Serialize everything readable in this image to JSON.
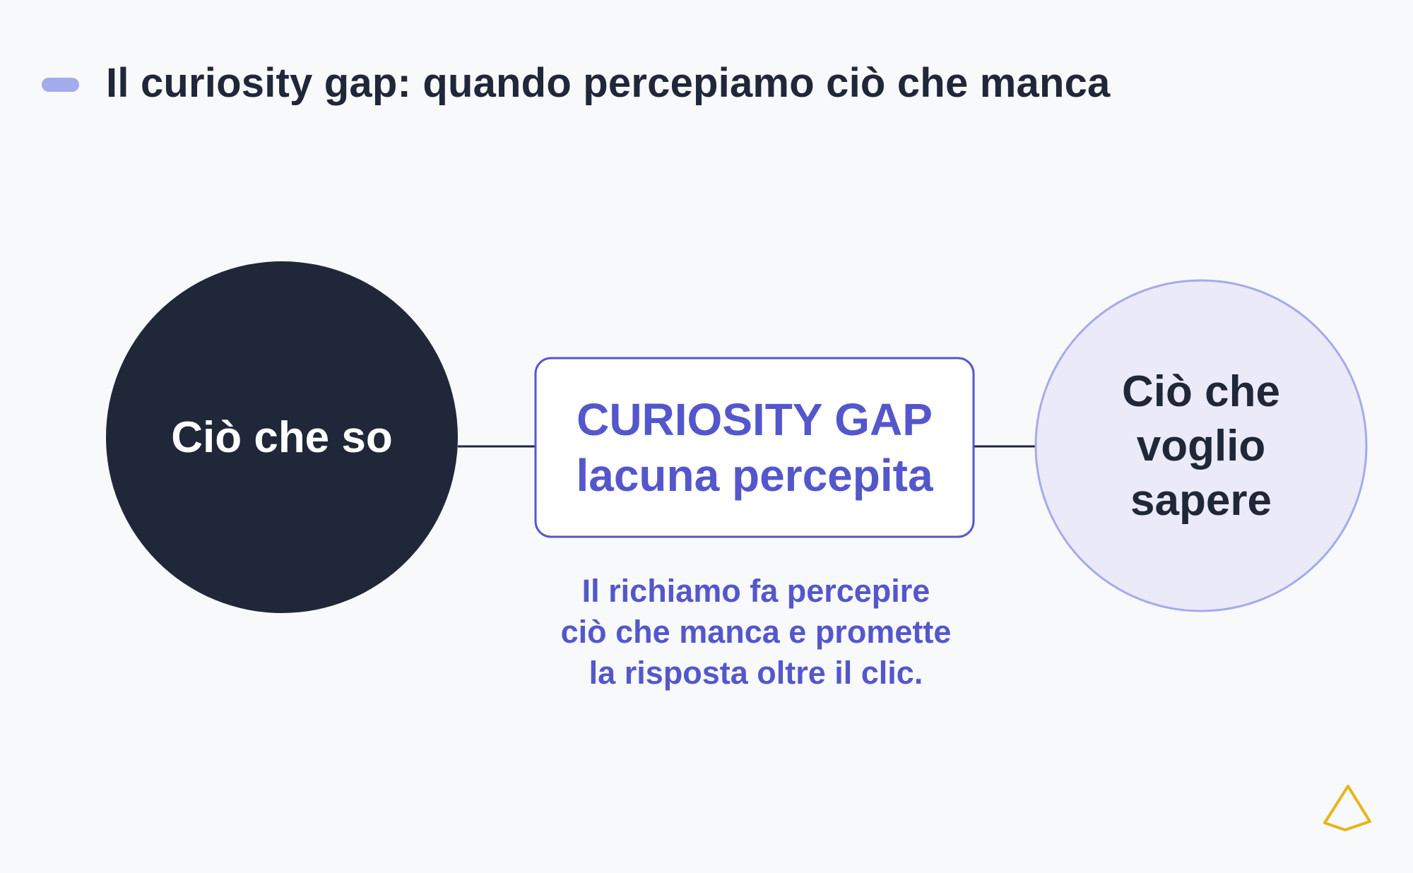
{
  "title": "Il curiosity gap: quando percepiamo ciò che manca",
  "nodes": {
    "known": "Ciò che so",
    "gap_line1": "CURIOSITY GAP",
    "gap_line2": "lacuna percepita",
    "wanted_line1": "Ciò che",
    "wanted_line2": "voglio",
    "wanted_line3": "sapere"
  },
  "caption": {
    "line1": "Il richiamo fa percepire",
    "line2": "ciò che manca e promette",
    "line3": "la risposta oltre il clic."
  },
  "colors": {
    "background": "#f8f9fb",
    "dark": "#1f2739",
    "accent": "#5457cb",
    "light_circle": "#ebeaf9",
    "light_stroke": "#a4abec",
    "logo": "#e8b41c"
  },
  "icons": {
    "title_marker": "pill-marker",
    "logo": "triangle-logo-icon"
  }
}
